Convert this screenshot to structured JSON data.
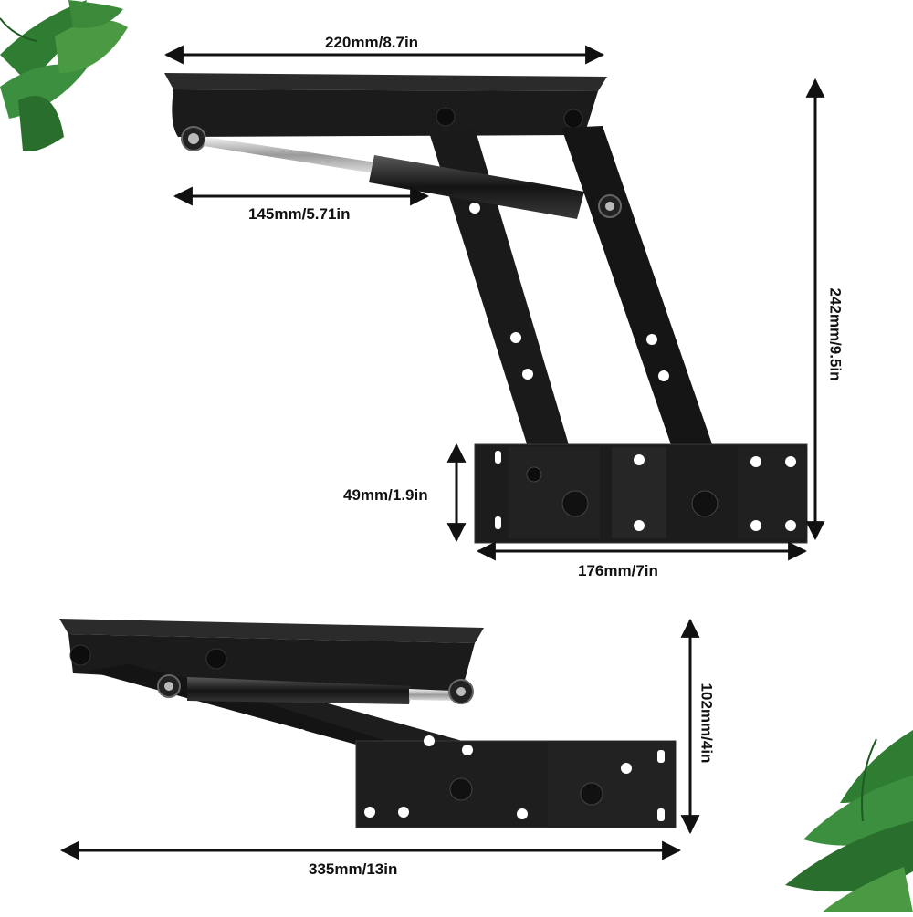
{
  "dimensions": {
    "top_width": "220mm/8.7in",
    "strut_length": "145mm/5.71in",
    "total_height": "242mm/9.5in",
    "base_plate_height": "49mm/1.9in",
    "base_plate_width": "176mm/7in",
    "folded_height": "102mm/4in",
    "folded_length": "335mm/13in"
  },
  "colors": {
    "metal": "#1b1b1b",
    "metal_edge": "#3a3a3a",
    "arrow": "#111111",
    "leaf": "#2e7d32",
    "leaf_light": "#4caf50",
    "rod": "#c9c9c9"
  }
}
